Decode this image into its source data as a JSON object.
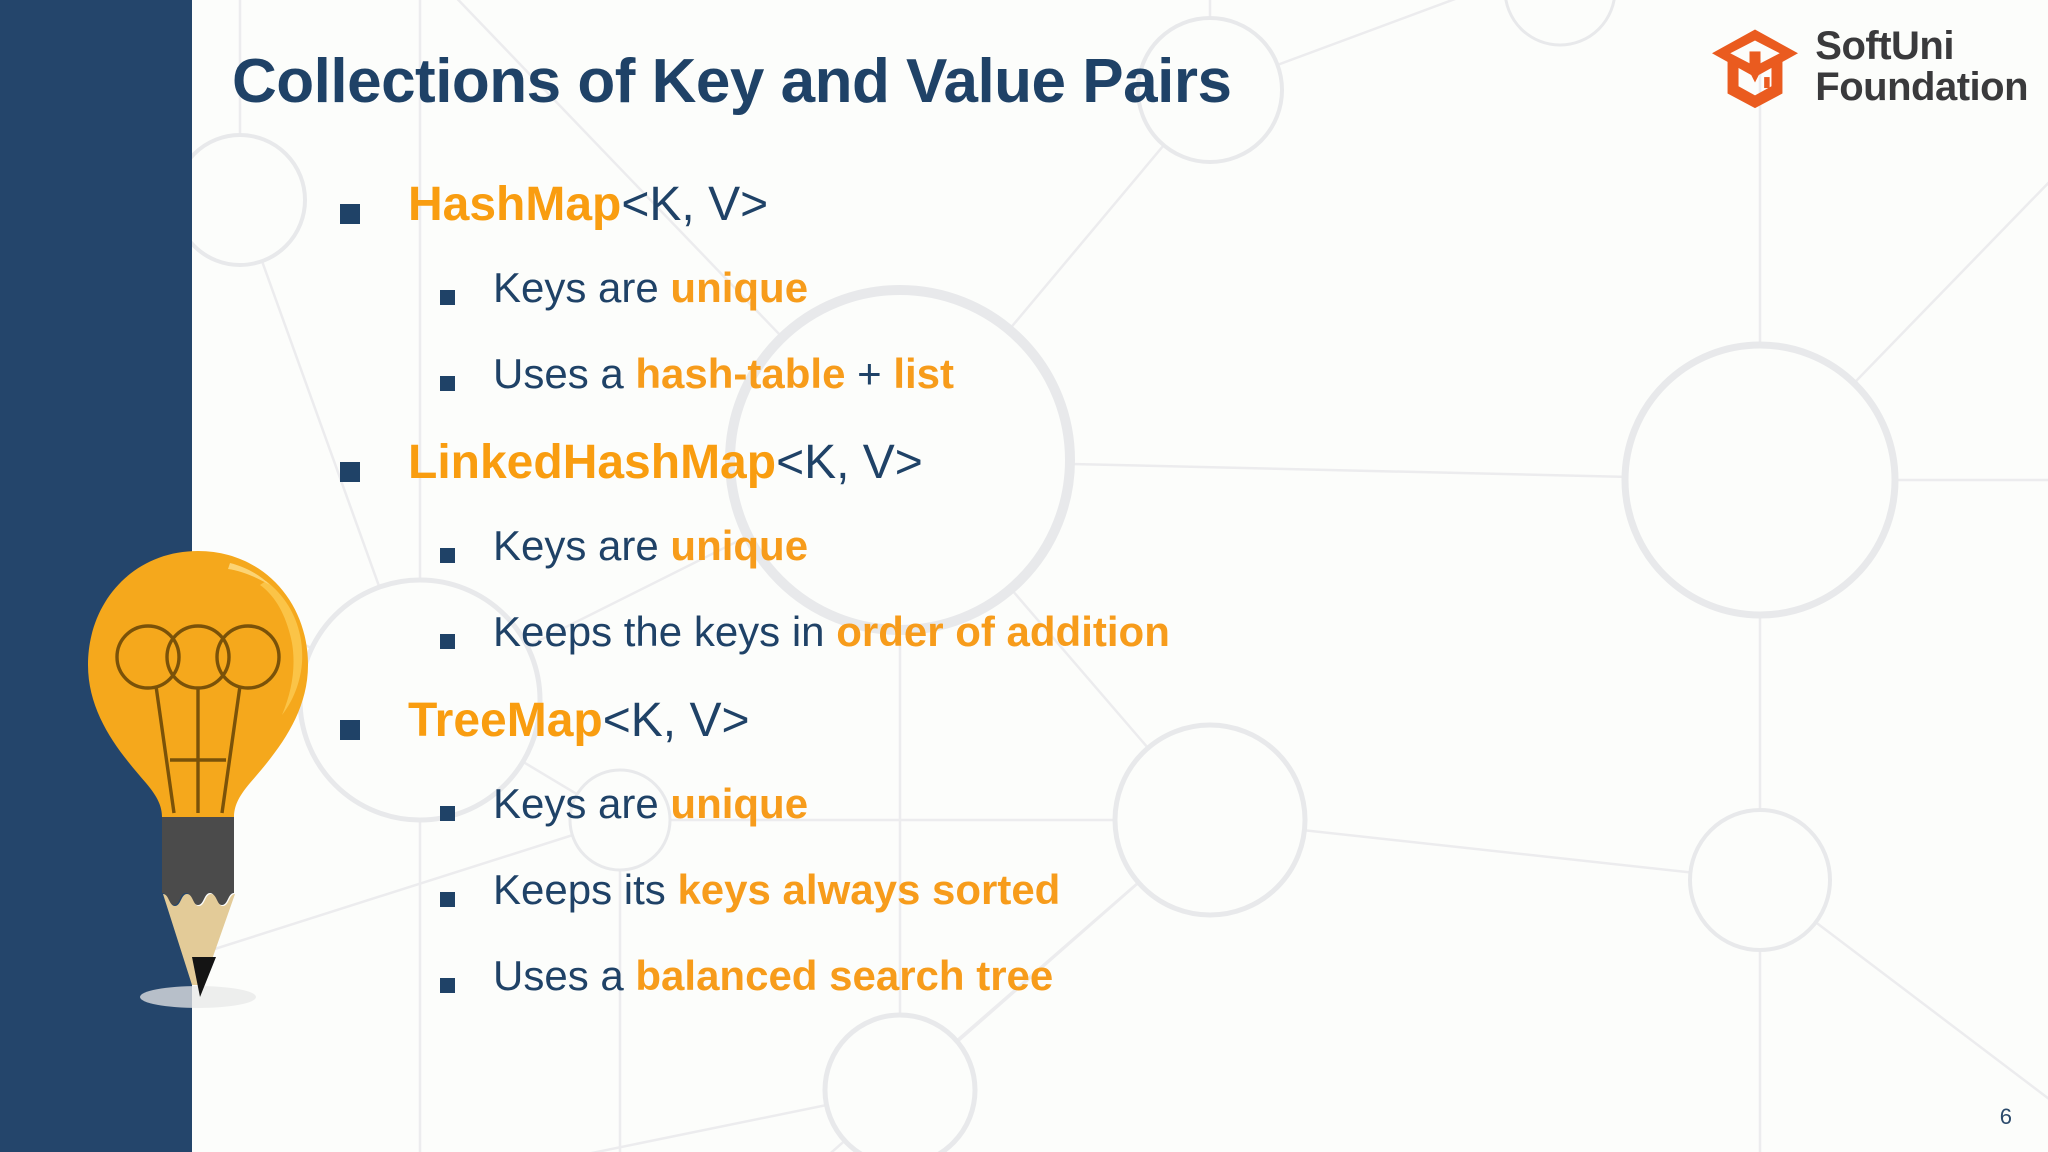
{
  "slide": {
    "title": "Collections of Key and Value Pairs",
    "page_number": "6",
    "colors": {
      "navy": "#24456b",
      "title_navy": "#1f4267",
      "orange": "#f79c1b",
      "logo_orange": "#ea5b1f",
      "background": "#fcfdfb",
      "pattern_gray": "#e9eaec"
    }
  },
  "logo": {
    "line1": "SoftUni",
    "line2": "Foundation"
  },
  "bullets": [
    {
      "level": 1,
      "segments": [
        {
          "text": "HashMap",
          "style": "highlight"
        },
        {
          "text": "<K, V>",
          "style": "normal"
        }
      ]
    },
    {
      "level": 2,
      "segments": [
        {
          "text": "Keys are ",
          "style": "normal"
        },
        {
          "text": "unique",
          "style": "highlight"
        }
      ]
    },
    {
      "level": 2,
      "segments": [
        {
          "text": "Uses a ",
          "style": "normal"
        },
        {
          "text": "hash-table",
          "style": "highlight"
        },
        {
          "text": " + ",
          "style": "normal"
        },
        {
          "text": "list",
          "style": "highlight"
        }
      ]
    },
    {
      "level": 1,
      "segments": [
        {
          "text": "LinkedHashMap",
          "style": "highlight"
        },
        {
          "text": "<K, V>",
          "style": "normal"
        }
      ]
    },
    {
      "level": 2,
      "segments": [
        {
          "text": "Keys are ",
          "style": "normal"
        },
        {
          "text": "unique",
          "style": "highlight"
        }
      ]
    },
    {
      "level": 2,
      "segments": [
        {
          "text": "Keeps the keys in ",
          "style": "normal"
        },
        {
          "text": "order of addition",
          "style": "highlight"
        }
      ]
    },
    {
      "level": 1,
      "segments": [
        {
          "text": "TreeMap",
          "style": "highlight"
        },
        {
          "text": "<K, V>",
          "style": "normal"
        }
      ]
    },
    {
      "level": 2,
      "segments": [
        {
          "text": "Keys are ",
          "style": "normal"
        },
        {
          "text": "unique",
          "style": "highlight"
        }
      ]
    },
    {
      "level": 2,
      "segments": [
        {
          "text": "Keeps its ",
          "style": "normal"
        },
        {
          "text": "keys always sorted",
          "style": "highlight"
        }
      ]
    },
    {
      "level": 2,
      "segments": [
        {
          "text": "Uses a ",
          "style": "normal"
        },
        {
          "text": "balanced search tree",
          "style": "highlight"
        }
      ]
    }
  ],
  "decoration": {
    "illustration": "lightbulb-pencil-icon",
    "background_pattern": "network-nodes-pattern"
  }
}
